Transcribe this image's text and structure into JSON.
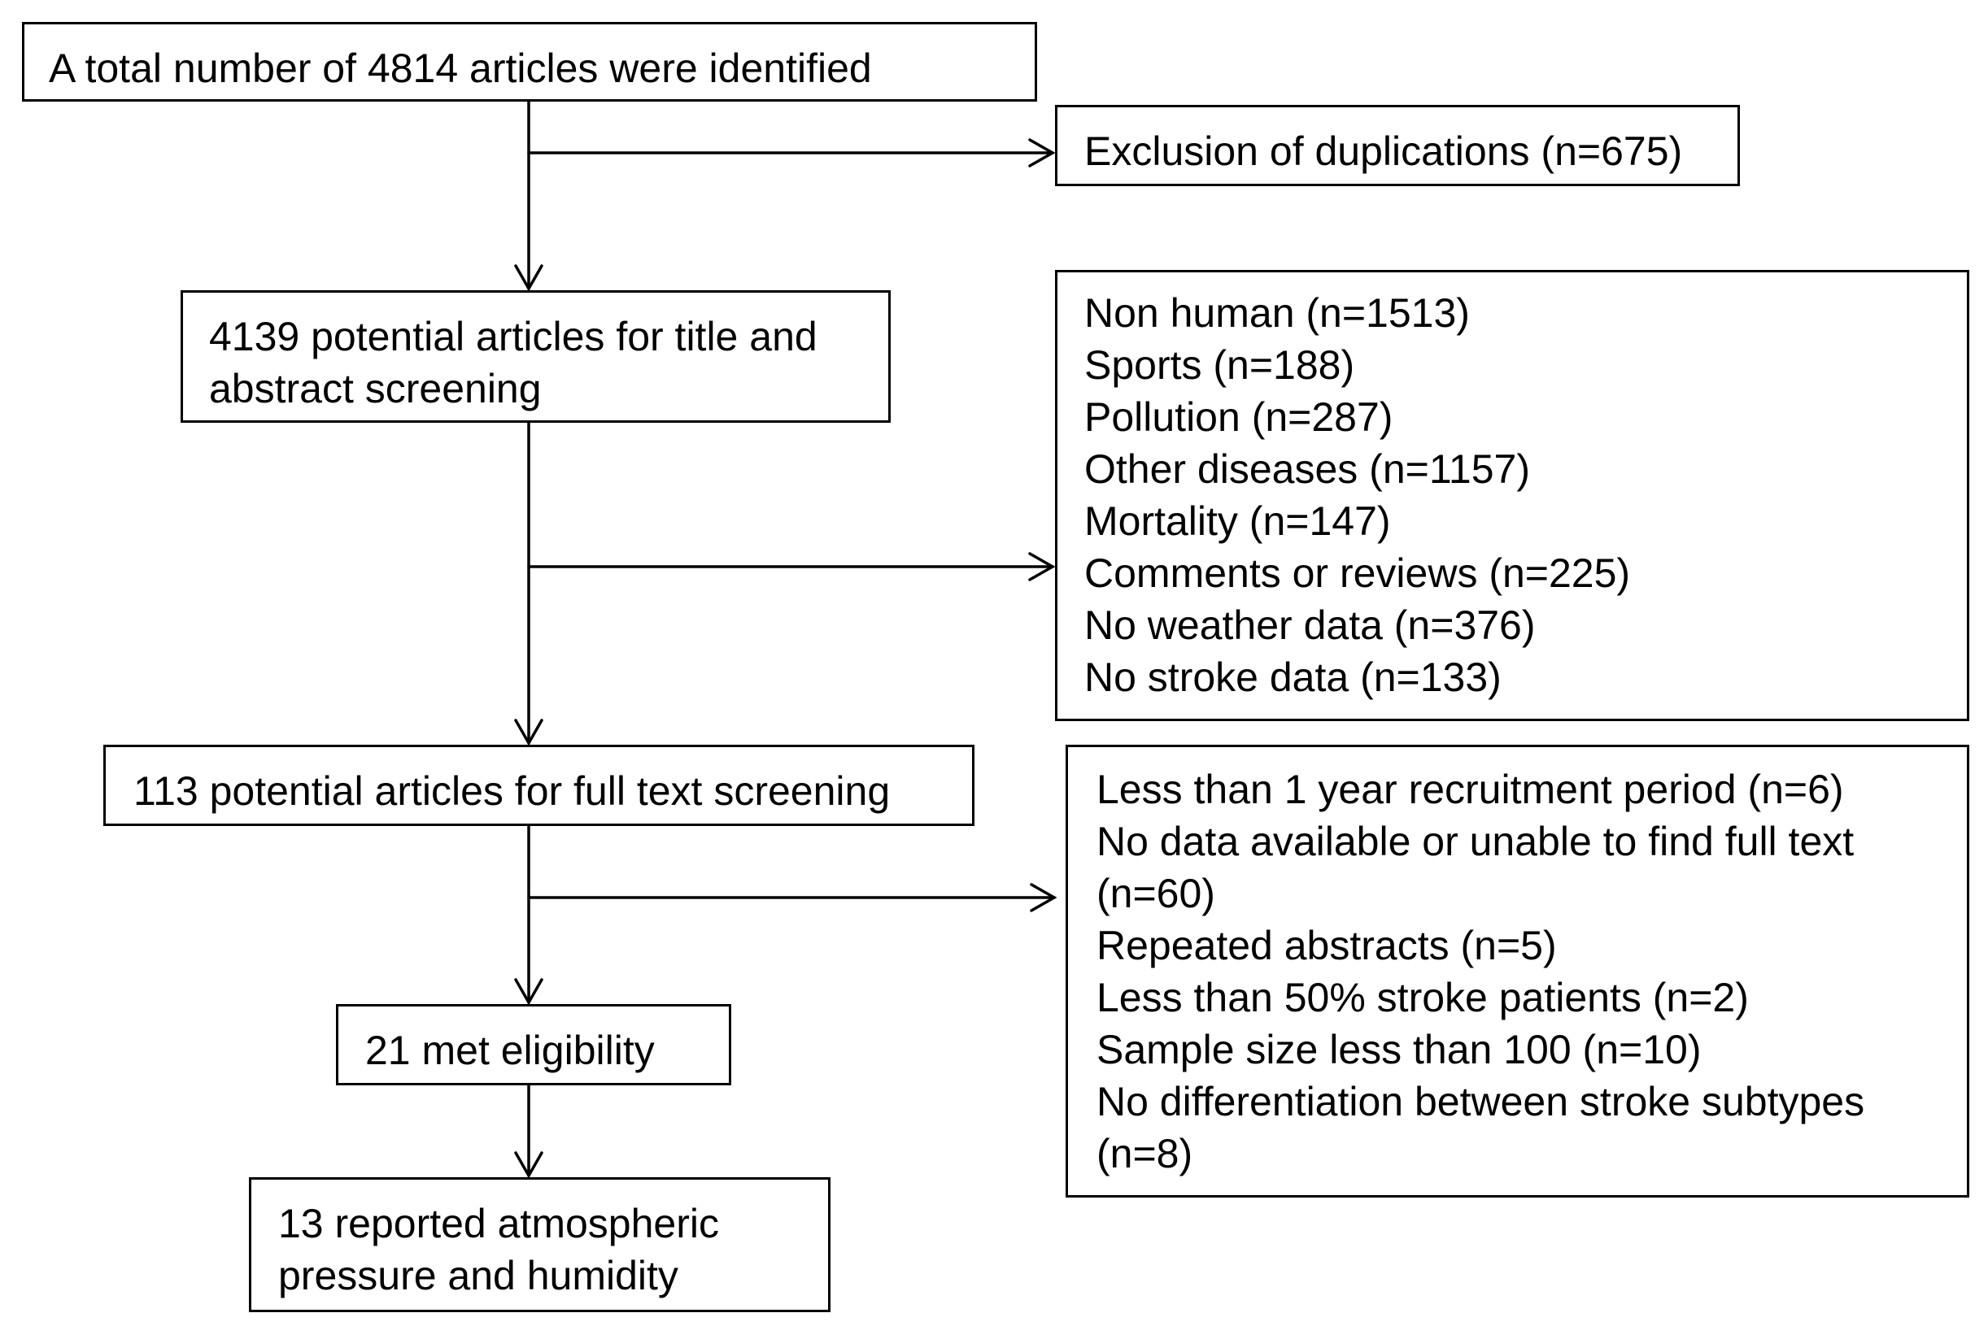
{
  "boxes": {
    "identified": "A total number of 4814 articles were identified",
    "duplicates": "Exclusion of duplications (n=675)",
    "title_screening": [
      "4139 potential articles for title and",
      "abstract screening"
    ],
    "full_text_screening": "113 potential articles for full text screening",
    "eligibility": "21 met eligibility",
    "reported": [
      "13 reported atmospheric",
      "pressure and humidity"
    ]
  },
  "exclusions_title": [
    "Non human (n=1513)",
    "Sports (n=188)",
    "Pollution (n=287)",
    "Other diseases (n=1157)",
    "Mortality (n=147)",
    "Comments or reviews (n=225)",
    "No weather data (n=376)",
    "No stroke data (n=133)"
  ],
  "exclusions_full_text": [
    "Less than 1 year recruitment period (n=6)",
    "No data available or unable to find full text",
    "(n=60)",
    "Repeated abstracts (n=5)",
    "Less than 50% stroke patients (n=2)",
    "Sample size less than 100 (n=10)",
    "No differentiation between stroke subtypes",
    "(n=8)"
  ]
}
